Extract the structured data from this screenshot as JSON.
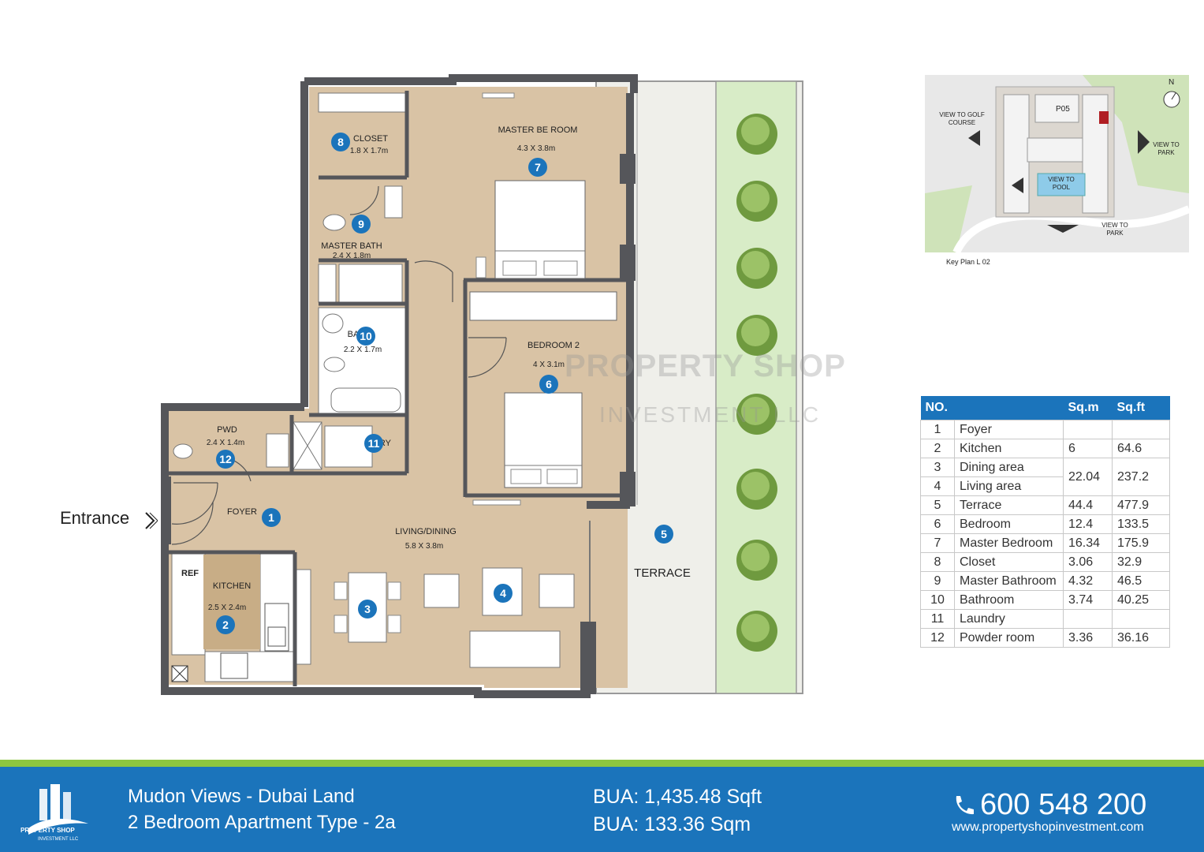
{
  "entrance_label": "Entrance",
  "rooms": [
    {
      "key": "closet",
      "name": "CLOSET",
      "dim": "1.8 X 1.7m",
      "marker": "8"
    },
    {
      "key": "master_bedroom",
      "name": "MASTER BE  ROOM",
      "dim": "4.3 X 3.8m",
      "marker": "7"
    },
    {
      "key": "master_bath",
      "name": "MASTER BATH",
      "dim": "2.4 X 1.8m",
      "marker": "9"
    },
    {
      "key": "bath",
      "name": "BA",
      "dim": "2.2 X 1.7m",
      "marker": "10"
    },
    {
      "key": "bedroom2",
      "name": "BEDROOM 2",
      "dim": "4 X 3.1m",
      "marker": "6"
    },
    {
      "key": "pwd",
      "name": "PWD",
      "dim": "2.4 X 1.4m",
      "marker": "12"
    },
    {
      "key": "laundry",
      "name": "L   RY",
      "dim": "",
      "marker": "11"
    },
    {
      "key": "foyer",
      "name": "FOYER",
      "dim": "",
      "marker": "1"
    },
    {
      "key": "living",
      "name": "LIVING/DINING",
      "dim": "5.8 X 3.8m",
      "marker": "4"
    },
    {
      "key": "dining",
      "name": "",
      "dim": "",
      "marker": "3"
    },
    {
      "key": "kitchen",
      "name": "KITCHEN",
      "dim": "2.5 X 2.4m",
      "marker": "2"
    },
    {
      "key": "terrace",
      "name": "TERRACE",
      "dim": "",
      "marker": "5"
    }
  ],
  "ref_label": "REF",
  "watermark": {
    "line1": "PROPERTY SHOP",
    "line2": "INVESTMENT  LLC"
  },
  "keyplan": {
    "caption": "Key Plan  L 02",
    "north": "N",
    "block": "P05",
    "views": [
      "VIEW TO GOLF COURSE",
      "VIEW TO PARK",
      "VIEW TO POOL",
      "VIEW TO PARK"
    ]
  },
  "area_table": {
    "headers": [
      "NO.",
      "Sq.m",
      "Sq.ft"
    ],
    "rows": [
      {
        "no": "1",
        "name": "Foyer",
        "sqm": "",
        "sqft": ""
      },
      {
        "no": "2",
        "name": "Kitchen",
        "sqm": "6",
        "sqft": "64.6"
      },
      {
        "no": "3",
        "name": "Dining area",
        "sqm": "22.04",
        "sqft": "237.2"
      },
      {
        "no": "4",
        "name": "Living area",
        "sqm": "",
        "sqft": ""
      },
      {
        "no": "5",
        "name": "Terrace",
        "sqm": "44.4",
        "sqft": "477.9"
      },
      {
        "no": "6",
        "name": "Bedroom",
        "sqm": "12.4",
        "sqft": "133.5"
      },
      {
        "no": "7",
        "name": "Master Bedroom",
        "sqm": "16.34",
        "sqft": "175.9"
      },
      {
        "no": "8",
        "name": "Closet",
        "sqm": "3.06",
        "sqft": "32.9"
      },
      {
        "no": "9",
        "name": "Master Bathroom",
        "sqm": "4.32",
        "sqft": "46.5"
      },
      {
        "no": "10",
        "name": "Bathroom",
        "sqm": "3.74",
        "sqft": "40.25"
      },
      {
        "no": "11",
        "name": "Laundry",
        "sqm": "",
        "sqft": ""
      },
      {
        "no": "12",
        "name": "Powder room",
        "sqm": "3.36",
        "sqft": "36.16"
      }
    ]
  },
  "footer": {
    "logo_name": "PROPERTY SHOP",
    "logo_sub": "INVESTMENT LLC",
    "project": "Mudon Views - Dubai Land",
    "apartment": "2 Bedroom Apartment Type - 2a",
    "bua_sqft": "BUA: 1,435.48 Sqft",
    "bua_sqm": "BUA: 133.36 Sqm",
    "phone": "600 548 200",
    "website": "www.propertyshopinvestment.com"
  },
  "colors": {
    "floor": "#d9c3a5",
    "wall": "#55565a",
    "accent": "#1b74bb",
    "green": "#8dc63f",
    "terrace": "#efefea",
    "planter": "#d8ecc7"
  }
}
